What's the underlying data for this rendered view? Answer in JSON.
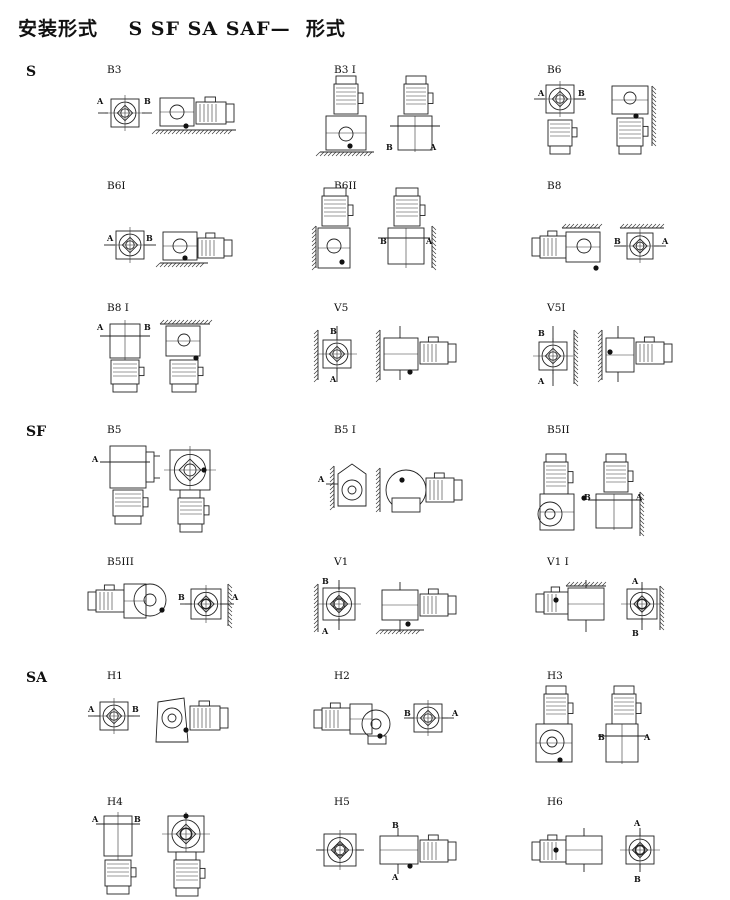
{
  "title": "安装形式    S SF SA SAF—  形式",
  "axis_letters": {
    "a": "A",
    "b": "B"
  },
  "groups": [
    {
      "name": "S"
    },
    {
      "name": "SF"
    },
    {
      "name": "SA"
    }
  ],
  "cells": [
    {
      "label": "B3"
    },
    {
      "label": "B3 I"
    },
    {
      "label": "B6"
    },
    {
      "label": "B6I"
    },
    {
      "label": "B6II"
    },
    {
      "label": "B8"
    },
    {
      "label": "B8 I"
    },
    {
      "label": "V5"
    },
    {
      "label": "V5I"
    },
    {
      "label": "B5"
    },
    {
      "label": "B5 I"
    },
    {
      "label": "B5II"
    },
    {
      "label": "B5III"
    },
    {
      "label": "V1"
    },
    {
      "label": "V1 I"
    },
    {
      "label": "H1"
    },
    {
      "label": "H2"
    },
    {
      "label": "H3"
    },
    {
      "label": "H4"
    },
    {
      "label": "H5"
    },
    {
      "label": "H6"
    }
  ]
}
